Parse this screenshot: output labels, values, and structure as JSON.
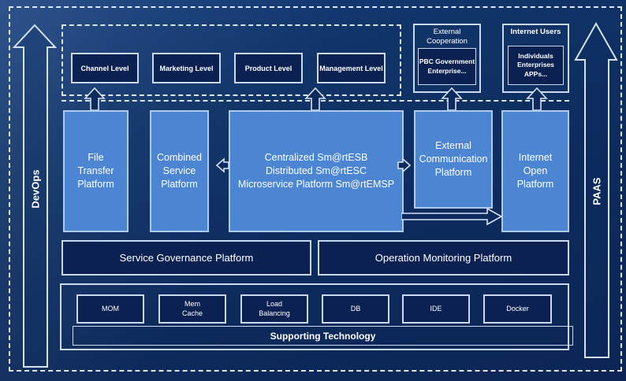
{
  "rails": {
    "devops": "DevOps",
    "paas": "PAAS"
  },
  "levels": [
    "Channel Level",
    "Marketing Level",
    "Product Level",
    "Management Level"
  ],
  "external_cooperation": {
    "title": "External\nCooperation",
    "members": "PBC Government\nEnterprise..."
  },
  "internet_users": {
    "title": "Internet Users",
    "members": "Individuals\nEnterprises\nAPPs..."
  },
  "platforms": {
    "file_transfer": "File\nTransfer\nPlatform",
    "combined_service": "Combined\nService\nPlatform",
    "central": {
      "lines": [
        "Centralized Sm@rtESB",
        "Distributed Sm@rtESC",
        "Microservice Platform Sm@rtEMSP"
      ]
    },
    "external_communication": "External\nCommunication\nPlatform",
    "internet_open": "Internet\nOpen\nPlatform"
  },
  "bars": {
    "governance": "Service Governance Platform",
    "monitoring": "Operation Monitoring Platform"
  },
  "tech": [
    "MOM",
    "Mem\nCache",
    "Load\nBalancing",
    "DB",
    "IDE",
    "Docker"
  ],
  "supporting": "Supporting Technology",
  "colors": {
    "background": "#0d2a5c",
    "panel_fill": "#0a2152",
    "accent_blue": "#4c86d3",
    "border_light": "#c9daf0",
    "dashed_line": "#dce6f5",
    "text": "#ffffff"
  }
}
